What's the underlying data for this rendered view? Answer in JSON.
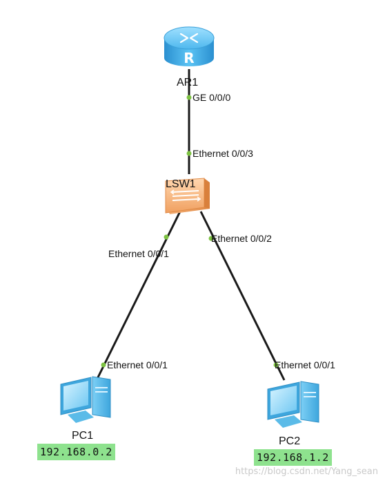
{
  "colors": {
    "link": "#1a1a1a",
    "port_dot": "#7dc242",
    "ip_highlight": "#8ee28e",
    "router_body": "#3aa8e6",
    "switch_body": "#f2a66a"
  },
  "devices": {
    "router": {
      "name": "AR1",
      "icon": "router-icon"
    },
    "switch": {
      "name": "LSW1",
      "icon": "switch-icon"
    },
    "pc1": {
      "name": "PC1",
      "icon": "pc-icon",
      "ip": "192.168.0.2"
    },
    "pc2": {
      "name": "PC2",
      "icon": "pc-icon",
      "ip": "192.168.1.2"
    }
  },
  "ports": {
    "ar1_ge": "GE 0/0/0",
    "lsw1_e3": "Ethernet 0/0/3",
    "lsw1_e1": "Ethernet 0/0/1",
    "lsw1_e2": "Ethernet 0/0/2",
    "pc1_e1": "Ethernet 0/0/1",
    "pc2_e1": "Ethernet 0/0/1"
  },
  "links": [
    {
      "from": "AR1 GE 0/0/0",
      "to": "LSW1 Ethernet 0/0/3"
    },
    {
      "from": "LSW1 Ethernet 0/0/1",
      "to": "PC1 Ethernet 0/0/1"
    },
    {
      "from": "LSW1 Ethernet 0/0/2",
      "to": "PC2 Ethernet 0/0/1"
    }
  ],
  "watermark": "https://blog.csdn.net/Yang_sean"
}
